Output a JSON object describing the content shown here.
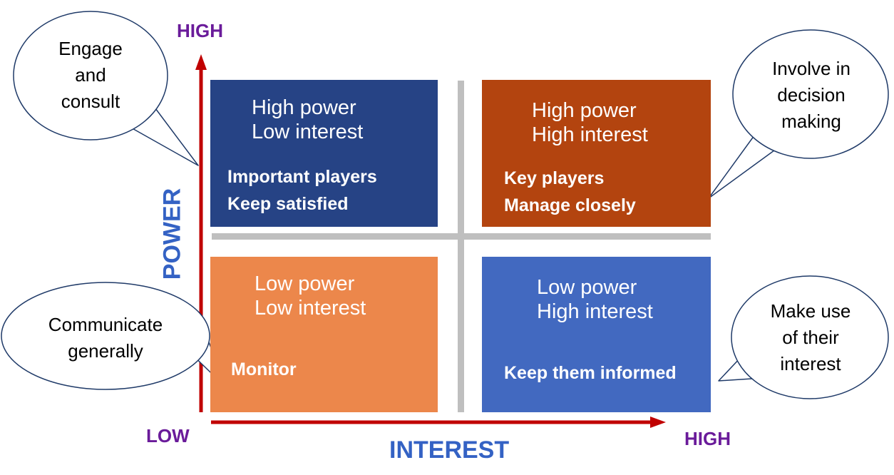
{
  "axes": {
    "y_label": "POWER",
    "x_label": "INTEREST",
    "y_high": "HIGH",
    "x_high": "HIGH",
    "origin_low": "LOW"
  },
  "quadrants": {
    "top_left": {
      "title_line1": "High power",
      "title_line2": "Low interest",
      "action_line1": "Important players",
      "action_line2": "Keep satisfied"
    },
    "top_right": {
      "title_line1": "High power",
      "title_line2": "High interest",
      "action_line1": "Key players",
      "action_line2": "Manage closely"
    },
    "bottom_left": {
      "title_line1": "Low power",
      "title_line2": "Low interest",
      "action_line1": "Monitor"
    },
    "bottom_right": {
      "title_line1": "Low power",
      "title_line2": "High interest",
      "action_line1": "Keep them informed"
    }
  },
  "bubbles": {
    "top_left": {
      "line1": "Engage",
      "line2": "and",
      "line3": "consult"
    },
    "top_right": {
      "line1": "Involve in",
      "line2": "decision",
      "line3": "making"
    },
    "bottom_left": {
      "line1": "Communicate",
      "line2": "generally"
    },
    "bottom_right": {
      "line1": "Make use",
      "line2": "of their",
      "line3": "interest"
    }
  },
  "colors": {
    "top_left": "#264385",
    "top_right": "#b3440f",
    "bottom_left": "#ec874b",
    "bottom_right": "#4269c0",
    "axis_arrow": "#c00000",
    "axis_text_blue": "#3462c4",
    "axis_text_purple": "#6a1b9a",
    "divider": "#bfbfbf"
  }
}
